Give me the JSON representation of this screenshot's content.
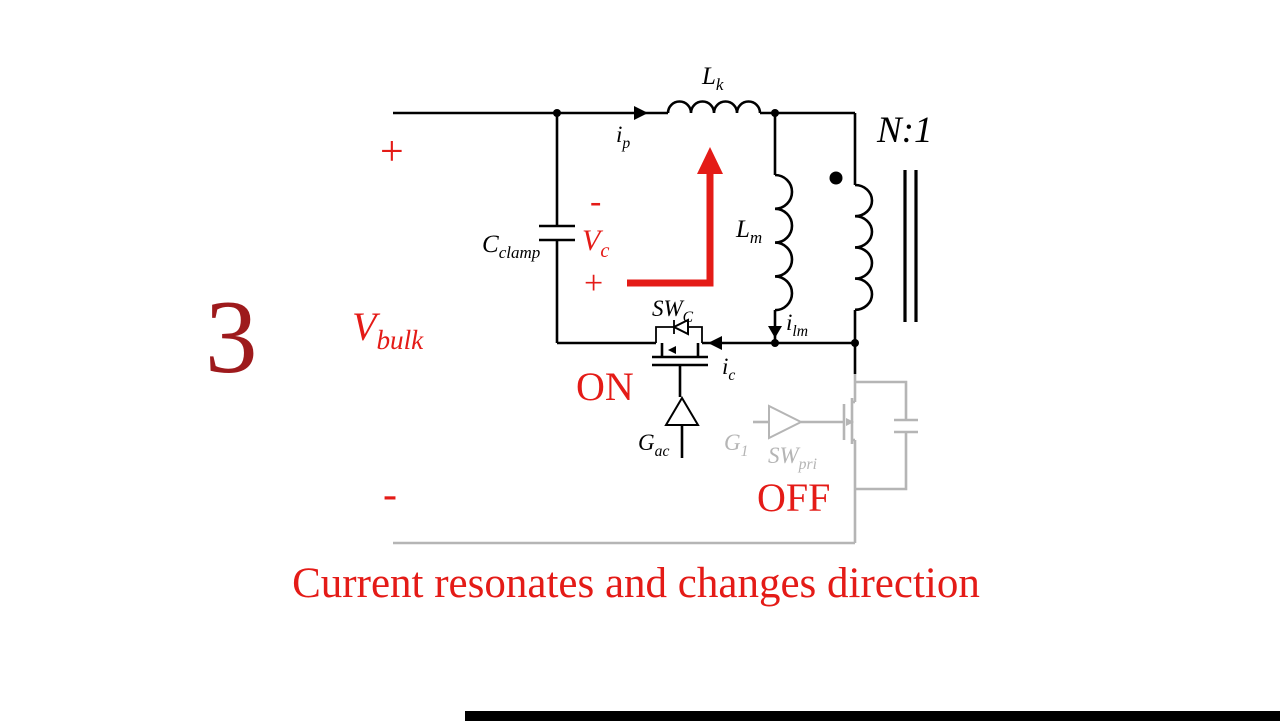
{
  "colors": {
    "red": "#e41b17",
    "dark_red": "#9e1a1c",
    "gray": "#b5b5b5",
    "black": "#000000"
  },
  "stage": {
    "number": "3"
  },
  "caption": {
    "text": "Current resonates and changes direction"
  },
  "source": {
    "plus": "+",
    "minus": "-",
    "v_bulk_main": "V",
    "v_bulk_sub": "bulk"
  },
  "labels": {
    "lk_main": "L",
    "lk_sub": "k",
    "ip_main": "i",
    "ip_sub": "p",
    "turns_ratio": "N:1",
    "lm_main": "L",
    "lm_sub": "m",
    "ilm_main": "i",
    "ilm_sub": "lm",
    "cclamp_main": "C",
    "cclamp_sub": "clamp",
    "vc_minus": "-",
    "vc_main": "V",
    "vc_sub": "c",
    "vc_plus": "+",
    "swc_main": "SW",
    "swc_sub": "C",
    "ic_main": "i",
    "ic_sub": "c",
    "gac_main": "G",
    "gac_sub": "ac",
    "g1_main": "G",
    "g1_sub": "1",
    "swpri_main": "SW",
    "swpri_sub": "pri"
  },
  "states": {
    "clamp_switch": "ON",
    "primary_switch": "OFF"
  }
}
